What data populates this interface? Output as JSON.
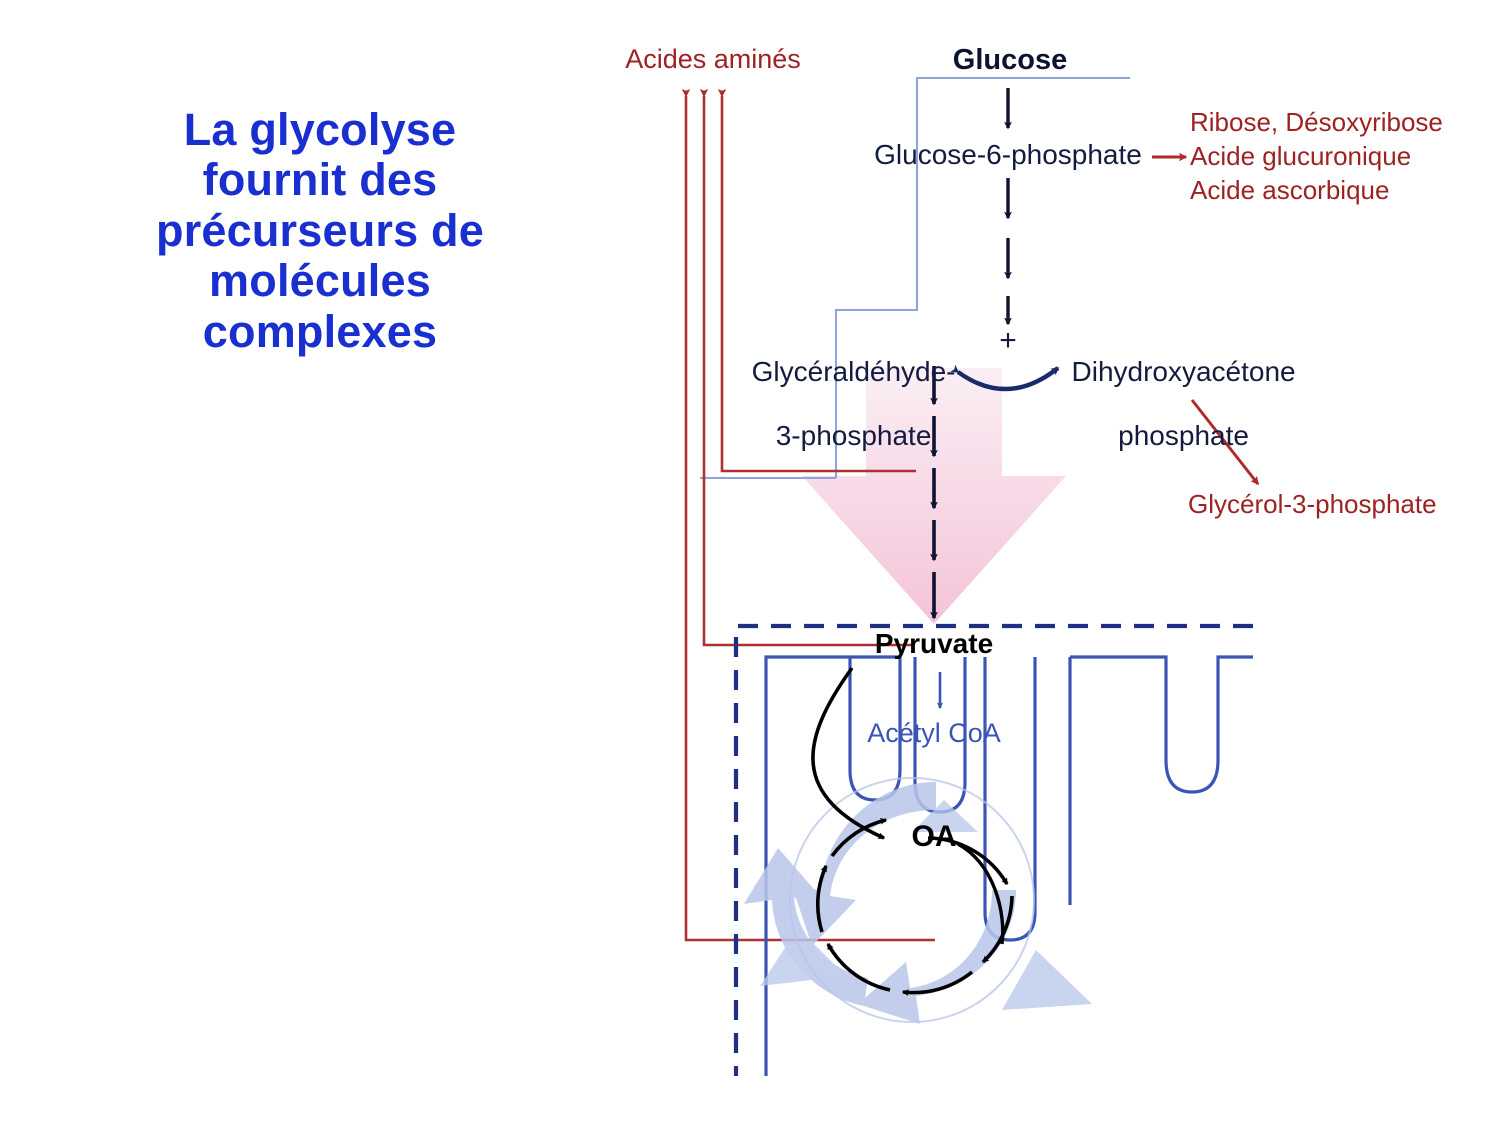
{
  "slide": {
    "title_lines": [
      "La glycolyse",
      "fournit des",
      "précurseurs de",
      "molécules",
      "complexes"
    ],
    "title_color": "#1a2fd0"
  },
  "diagram": {
    "title": "Glycolyse — précurseurs de molécules complexes",
    "colors": {
      "navy_text": "#131c40",
      "red_text": "#9e2222",
      "blue_text": "#3b55b5",
      "blue_line": "#3b55b5",
      "light_blue_line": "#8ea4da",
      "red_line": "#b03030",
      "pink_arrow": "#f6d6e3",
      "cycle_blue": "#b9c6ea",
      "black": "#000000"
    },
    "nodes": {
      "amino_acids": "Acides aminés",
      "glucose": "Glucose",
      "glucose6p": "Glucose-6-phosphate",
      "ribose": "Ribose, Désoxyribose",
      "glucuronic": "Acide glucuronique",
      "ascorbic": "Acide ascorbique",
      "gap_line1": "Glycéraldéhyde-",
      "gap_line2": "3-phosphate",
      "plus": "+",
      "dhap_line1": "Dihydroxyacétone",
      "dhap_line2": "phosphate",
      "glycerol3p": "Glycérol-3-phosphate",
      "pyruvate": "Pyruvate",
      "acetyl_coa": "Acétyl CoA",
      "oa": "OA"
    }
  }
}
